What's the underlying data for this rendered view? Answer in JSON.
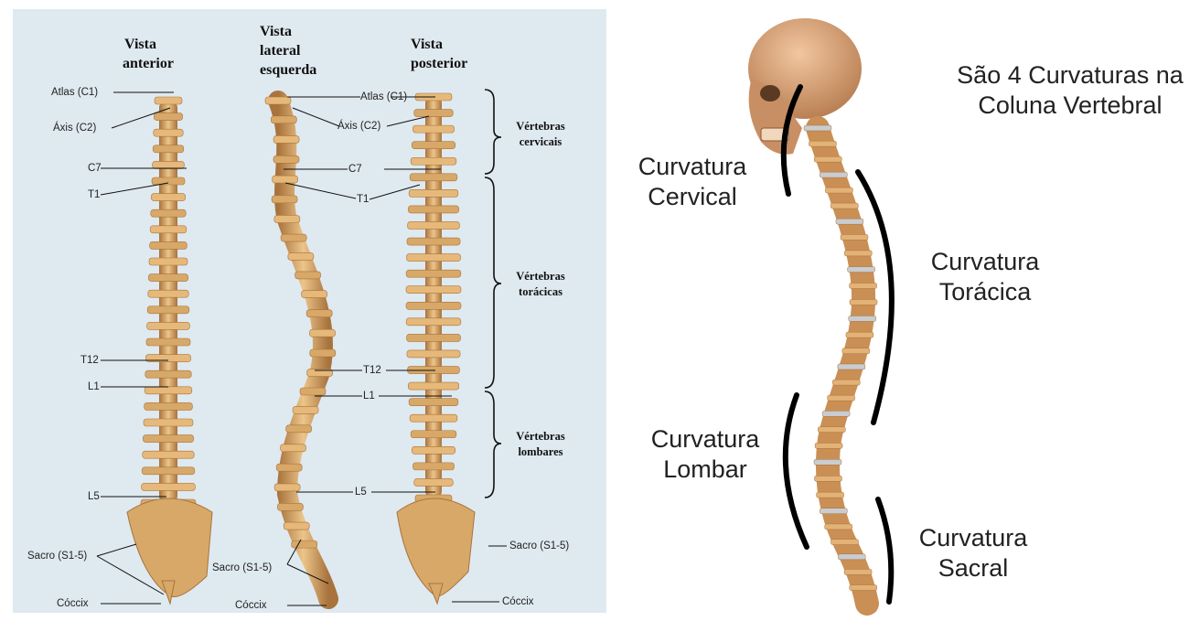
{
  "left": {
    "views": [
      {
        "id": "anterior",
        "lines": [
          "Vista",
          "anterior"
        ]
      },
      {
        "id": "lateral",
        "lines": [
          "Vista",
          "lateral",
          "esquerda"
        ]
      },
      {
        "id": "posterior",
        "lines": [
          "Vista",
          "posterior"
        ]
      }
    ],
    "labels": {
      "atlas": "Atlas (C1)",
      "axis": "Áxis (C2)",
      "c7": "C7",
      "t1": "T1",
      "t12": "T12",
      "l1": "L1",
      "l5": "L5",
      "sacro": "Sacro (S1-5)",
      "coccix": "Cóccix"
    },
    "groups": [
      {
        "id": "cervicais",
        "lines": [
          "Vértebras",
          "cervicais"
        ]
      },
      {
        "id": "toracicas",
        "lines": [
          "Vértebras",
          "torácicas"
        ]
      },
      {
        "id": "lombares",
        "lines": [
          "Vértebras",
          "lombares"
        ]
      }
    ]
  },
  "right": {
    "title": [
      "São 4 Curvaturas na",
      "Coluna Vertebral"
    ],
    "curvatures": [
      {
        "id": "cervical",
        "lines": [
          "Curvatura",
          "Cervical"
        ]
      },
      {
        "id": "toracica",
        "lines": [
          "Curvatura",
          "Torácica"
        ]
      },
      {
        "id": "lombar",
        "lines": [
          "Curvatura",
          "Lombar"
        ]
      },
      {
        "id": "sacral",
        "lines": [
          "Curvatura",
          "Sacral"
        ]
      }
    ]
  },
  "colors": {
    "panel_bg": "#dfe9f0",
    "bone": "#d8a868",
    "bone_dark": "#a8733c",
    "disc": "#c9ccd0",
    "skull": "#d9a27a"
  }
}
